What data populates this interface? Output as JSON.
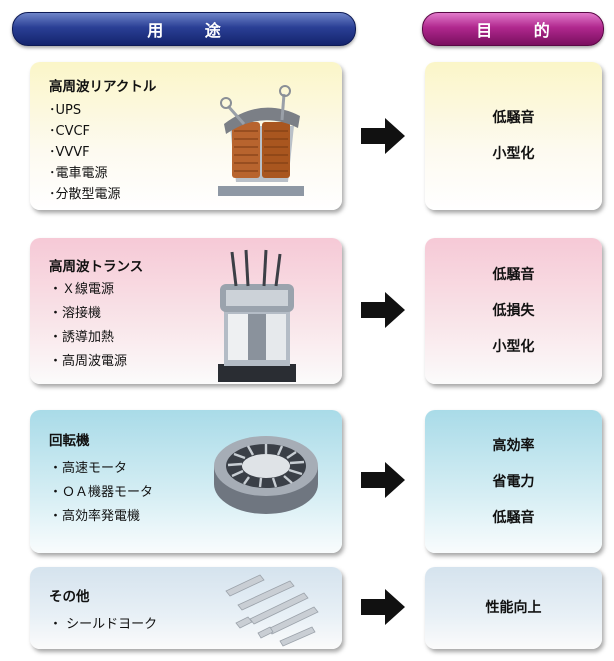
{
  "header": {
    "use_label": "用 途",
    "purpose_label": "目 的"
  },
  "rows": [
    {
      "title": "高周波リアクトル",
      "items": [
        "･UPS",
        "･CVCF",
        "･VVVF",
        "･電車電源",
        "･分散型電源"
      ],
      "purposes": [
        "低騒音",
        "小型化"
      ],
      "image": "high-frequency-reactor",
      "color": "#fbf6c8"
    },
    {
      "title": "高周波トランス",
      "items": [
        "・Ｘ線電源",
        "・溶接機",
        "・誘導加熱",
        "・高周波電源"
      ],
      "purposes": [
        "低騒音",
        "低損失",
        "小型化"
      ],
      "image": "high-frequency-transformer",
      "color": "#f6c9d6"
    },
    {
      "title": "回転機",
      "items": [
        "・高速モータ",
        "・ＯＡ機器モータ",
        "・高効率発電機"
      ],
      "purposes": [
        "高効率",
        "省電力",
        "低騒音"
      ],
      "image": "motor-stator-core",
      "color": "#a9dbe8"
    },
    {
      "title": "その他",
      "items": [
        "・ シールドヨーク"
      ],
      "purposes": [
        "性能向上"
      ],
      "image": "shield-yoke-strips",
      "color": "#d5e3ee"
    }
  ],
  "colors": {
    "use_header": "#1c2f80",
    "purpose_header": "#9a1c77",
    "arrow": "#111111"
  }
}
